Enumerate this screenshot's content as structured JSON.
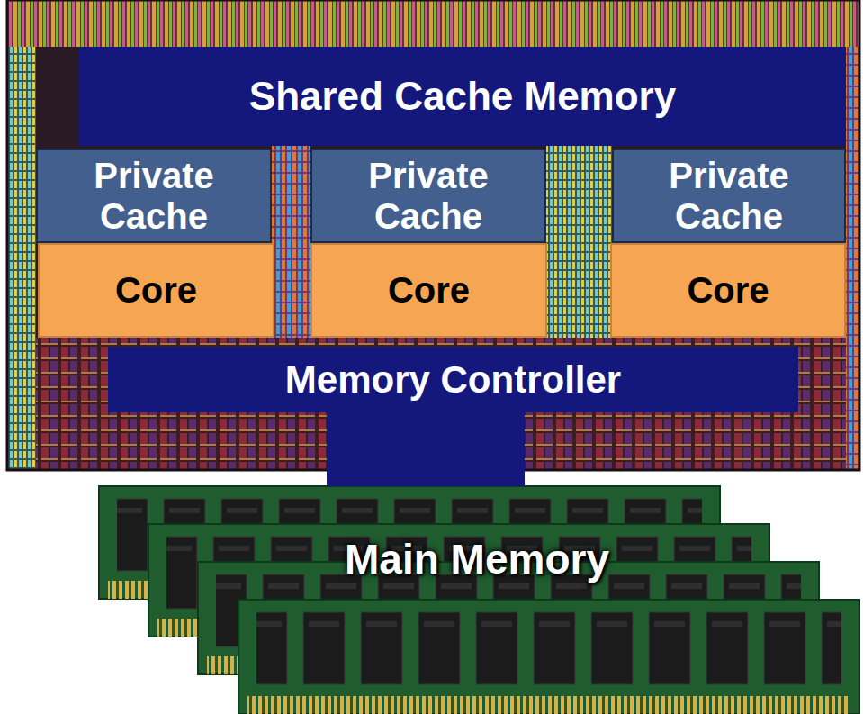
{
  "diagram": {
    "nodes": [
      {
        "text": [
          "Shared Cache Memory"
        ]
      },
      {
        "text": [
          "Private Cache"
        ]
      },
      {
        "text": [
          "Private Cache"
        ]
      },
      {
        "text": [
          "Private Cache"
        ]
      },
      {
        "text": [
          "Core"
        ]
      },
      {
        "text": [
          "Core"
        ]
      },
      {
        "text": [
          "Core"
        ]
      },
      {
        "text": [
          "Memory Controller"
        ]
      },
      {
        "text": [
          "Main Memory"
        ]
      }
    ],
    "edges": [
      {
        "from": 7,
        "to": 8,
        "arrow": "none"
      }
    ]
  }
}
